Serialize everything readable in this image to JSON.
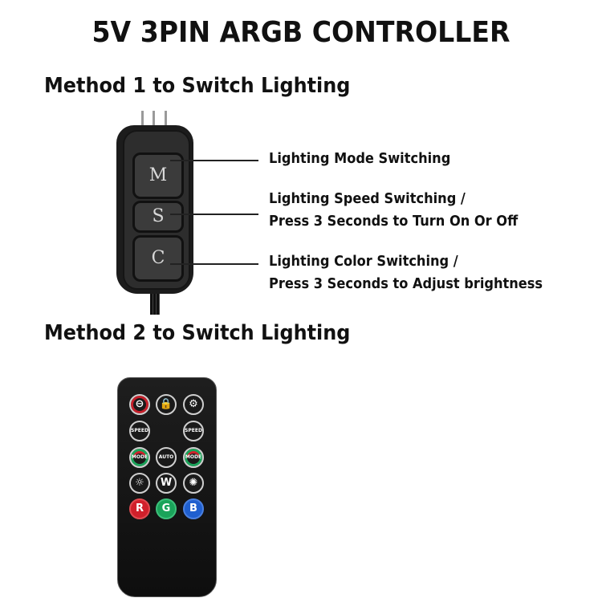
{
  "title": "5V 3PIN ARGB CONTROLLER",
  "method1": {
    "heading": "Method 1 to Switch Lighting",
    "buttons": [
      {
        "key": "M",
        "label_line1": "Lighting Mode Switching",
        "label_line2": ""
      },
      {
        "key": "S",
        "label_line1": "Lighting Speed Switching /",
        "label_line2": "Press 3 Seconds to Turn On Or Off"
      },
      {
        "key": "C",
        "label_line1": "Lighting Color Switching /",
        "label_line2": "Press 3 Seconds to Adjust brightness"
      }
    ]
  },
  "method2": {
    "heading": "Method 2 to Switch Lighting",
    "remote": {
      "rows": [
        [
          "power",
          "lock",
          "settings"
        ],
        [
          "SPEED",
          "",
          "SPEED"
        ],
        [
          "MODE",
          "AUTO",
          "MODE"
        ],
        [
          "brightness-down",
          "W",
          "brightness-up"
        ],
        [
          "R",
          "G",
          "B"
        ]
      ],
      "glyphs": {
        "power": "⊖",
        "lock": "🔒",
        "settings": "⚙",
        "brightness_down": "☼",
        "brightness_up": "✺"
      },
      "colors": {
        "R": "#d1202b",
        "G": "#1aa35a",
        "B": "#1f5fcf"
      }
    }
  }
}
